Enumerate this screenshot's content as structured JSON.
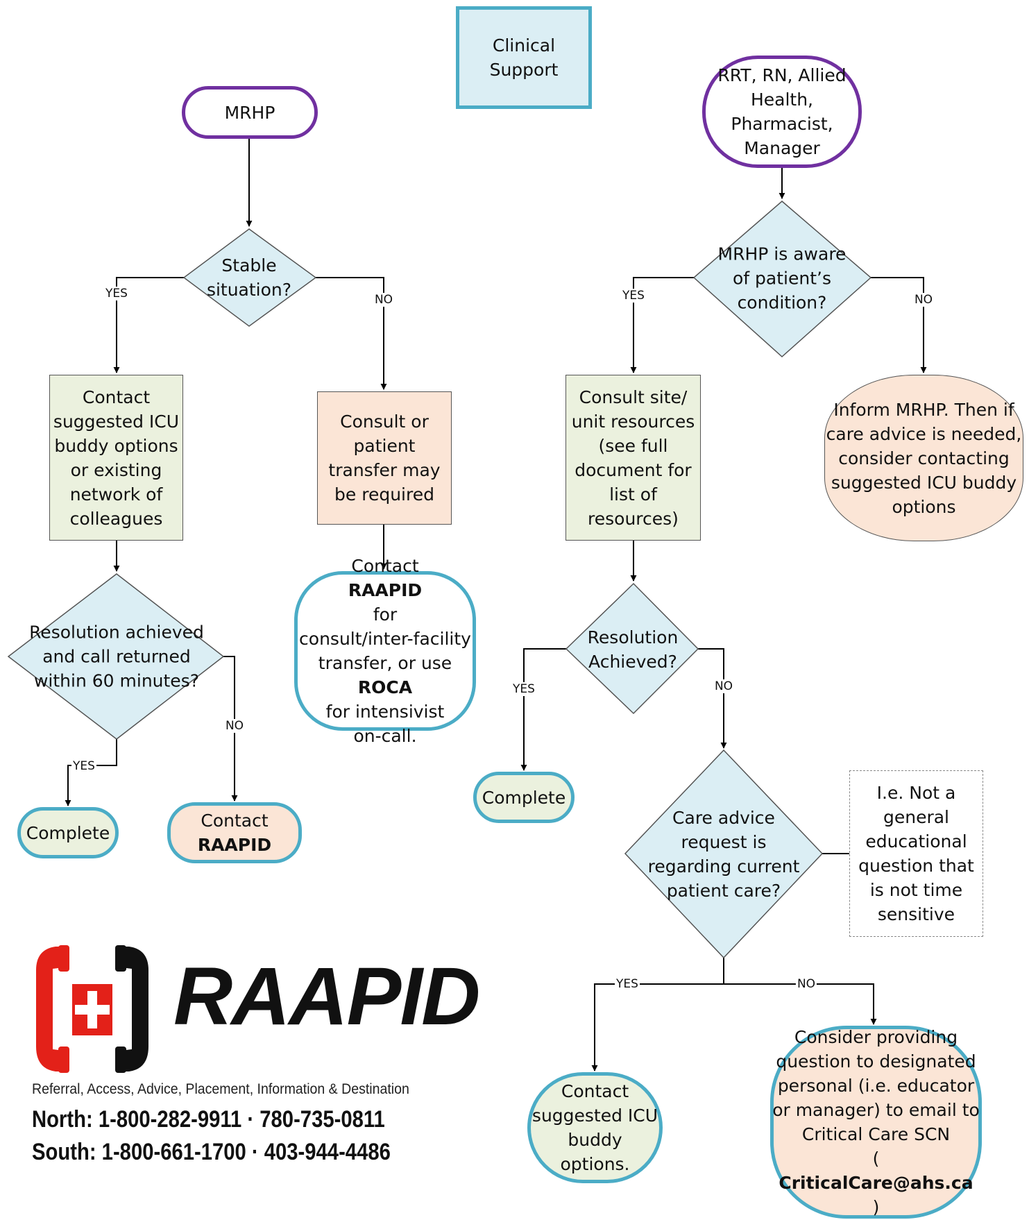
{
  "title": {
    "line1": "Clinical",
    "line2": "Support"
  },
  "left": {
    "start": "MRHP",
    "decision1": {
      "line1": "Stable",
      "line2": "situation?"
    },
    "yes1": "YES",
    "no1": "NO",
    "contact_buddy": [
      "Contact",
      "suggested ICU",
      "buddy options",
      "or existing",
      "network of",
      "colleagues"
    ],
    "consult_transfer": [
      "Consult or",
      "patient",
      "transfer may",
      "be required"
    ],
    "raapid_box": {
      "l1_pre": "Contact ",
      "l1_bold": "RAAPID",
      "l1_post": " for",
      "l2": "consult/inter-facility",
      "l3": "transfer, or use",
      "l4_bold": "ROCA",
      "l4_post": " for intensivist",
      "l5": "on-call."
    },
    "decision2": [
      "Resolution achieved",
      "and call returned",
      "within 60 minutes?"
    ],
    "yes2": "YES",
    "no2": "NO",
    "complete": "Complete",
    "contact_raapid": {
      "line1": "Contact",
      "line2": "RAAPID"
    }
  },
  "right": {
    "start": [
      "RRT, RN, Allied",
      "Health,",
      "Pharmacist,",
      "Manager"
    ],
    "decision1": [
      "MRHP is aware",
      "of patient’s",
      "condition?"
    ],
    "yes1": "YES",
    "no1": "NO",
    "inform": [
      "Inform MRHP. Then if",
      "care advice is needed,",
      "consider contacting",
      "suggested ICU buddy",
      "options"
    ],
    "consult_site": [
      "Consult site/",
      "unit resources",
      "(see full",
      "document for",
      "list of",
      "resources)"
    ],
    "decision2": [
      "Resolution",
      "Achieved?"
    ],
    "yes2": "YES",
    "no2": "NO",
    "complete": "Complete",
    "decision3": [
      "Care advice",
      "request is",
      "regarding current",
      "patient care?"
    ],
    "note": [
      "I.e. Not a",
      "general",
      "educational",
      "question that",
      "is not time",
      "sensitive"
    ],
    "yes3": "YES",
    "no3": "NO",
    "contact_buddy": [
      "Contact",
      "suggested ICU",
      "buddy options."
    ],
    "consider": {
      "l1": "Consider providing",
      "l2": "question to designated",
      "l3": "personal (i.e. educator",
      "l4": "or manager) to email to",
      "l5": "Critical Care SCN",
      "l6_pre": "(",
      "l6_bold": "CriticalCare@ahs.ca",
      "l6_post": ")"
    }
  },
  "logo": {
    "name": "RAAPID",
    "tagline": "Referral, Access, Advice, Placement, Information & Destination",
    "north": "North: 1-800-282-9911 · 780-735-0811",
    "south": "South: 1-800-661-1700 · 403-944-4486"
  },
  "colors": {
    "purple": "#7030a0",
    "teal": "#4bacc6",
    "diamond": "#dbeef4",
    "green": "#ebf1de",
    "peach": "#fbe5d6",
    "red": "#e32119"
  }
}
